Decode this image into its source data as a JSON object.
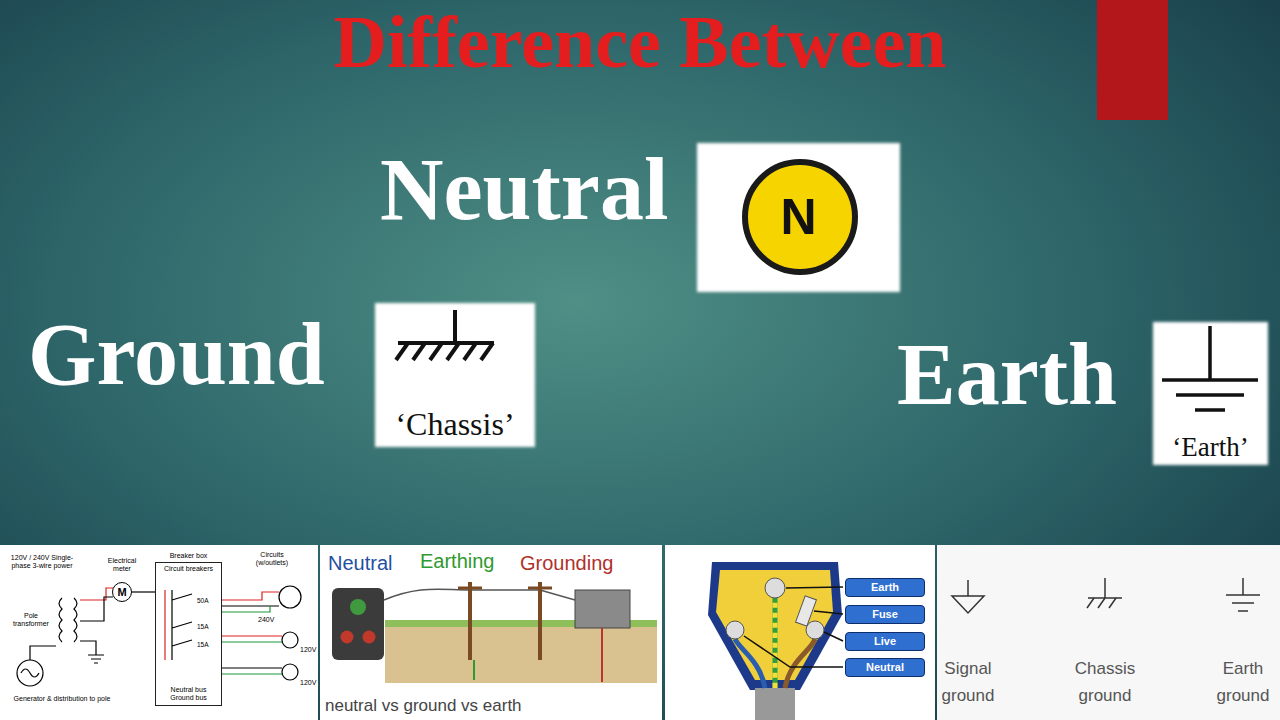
{
  "diagram": {
    "title": "Difference Between",
    "nodes": [
      {
        "text": [
          "N"
        ]
      },
      {
        "text": [
          "‘Chassis’"
        ]
      },
      {
        "text": [
          "‘Earth’"
        ]
      },
      {
        "text": [
          "M"
        ]
      },
      {
        "text": [
          "Breaker box",
          "Circuit breakers",
          "Neutral bus",
          "Ground bus"
        ]
      },
      {
        "text": [
          "Earth"
        ]
      },
      {
        "text": [
          "Fuse"
        ]
      },
      {
        "text": [
          "Live"
        ]
      },
      {
        "text": [
          "Neutral"
        ]
      }
    ],
    "edges": [
      {
        "from": 3,
        "to": 4,
        "arrow": "none"
      }
    ],
    "labels": [
      "Neutral",
      "Ground",
      "Earth",
      "120V / 240V Single-phase 3-wire power",
      "Electrical meter",
      "Circuits (w/outlets)",
      "50A",
      "15A",
      "15A",
      "240V",
      "120V",
      "120V",
      "Pole transformer",
      "Generator & distribution to pole",
      "Neutral",
      "Earthing",
      "Grounding",
      "neutral vs ground vs earth",
      "Signal ground",
      "Chassis ground",
      "Earth ground"
    ]
  }
}
